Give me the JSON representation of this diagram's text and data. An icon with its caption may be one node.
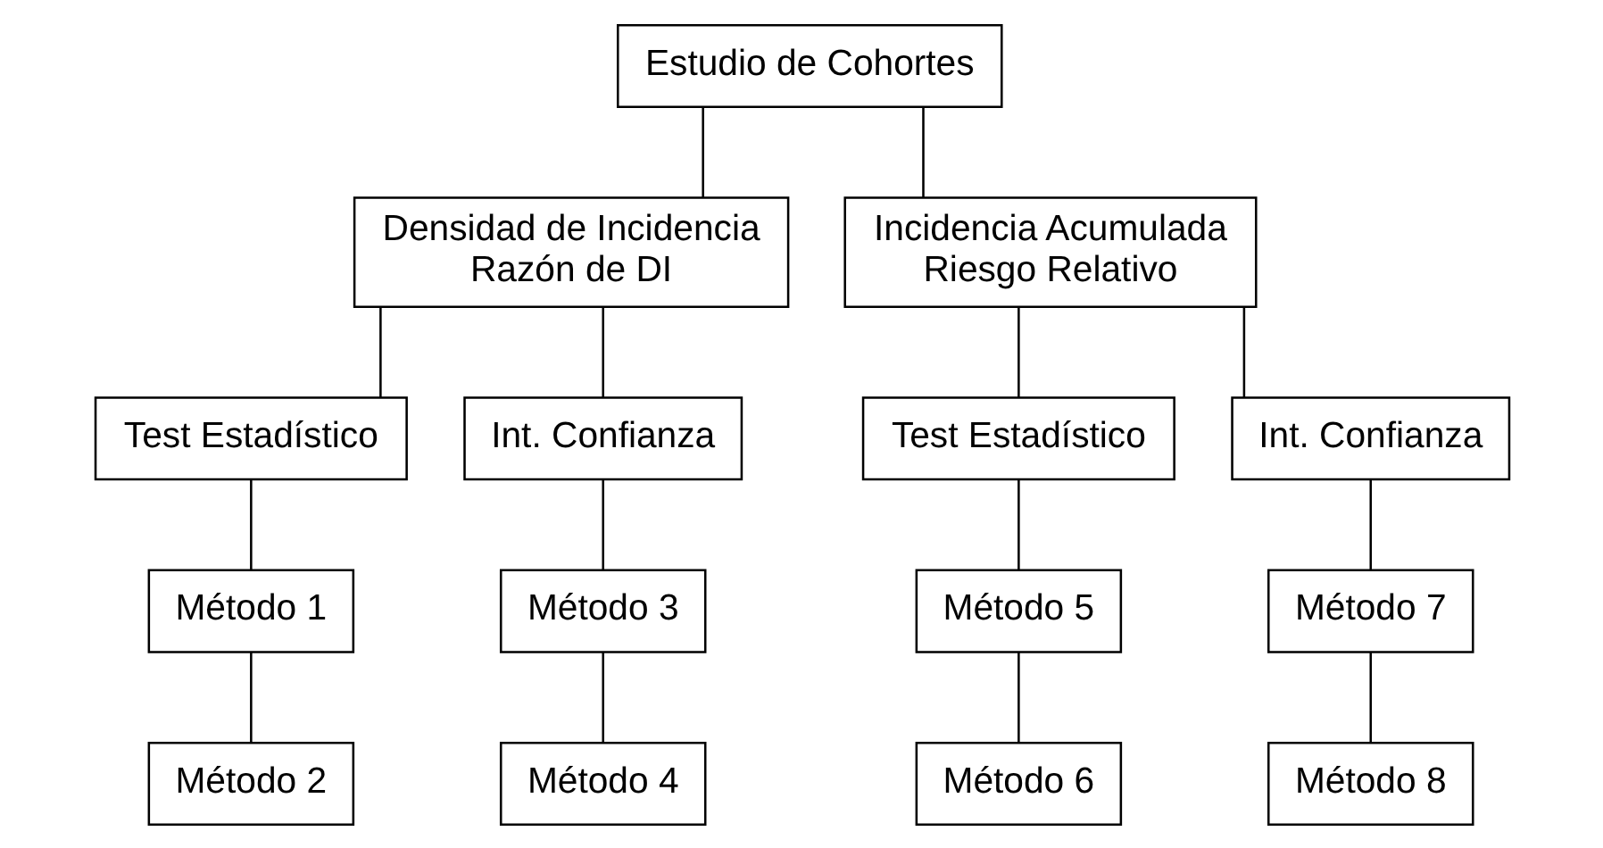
{
  "diagram": {
    "nodes": [
      {
        "text": [
          "Estudio de Cohortes"
        ]
      },
      {
        "text": [
          "Densidad de Incidencia",
          "Razón de DI"
        ]
      },
      {
        "text": [
          "Incidencia Acumulada",
          "Riesgo Relativo"
        ]
      },
      {
        "text": [
          "Test Estadístico"
        ]
      },
      {
        "text": [
          "Int. Confianza"
        ]
      },
      {
        "text": [
          "Test Estadístico"
        ]
      },
      {
        "text": [
          "Int. Confianza"
        ]
      },
      {
        "text": [
          "Método 1"
        ]
      },
      {
        "text": [
          "Método 2"
        ]
      },
      {
        "text": [
          "Método 3"
        ]
      },
      {
        "text": [
          "Método 4"
        ]
      },
      {
        "text": [
          "Método 5"
        ]
      },
      {
        "text": [
          "Método 6"
        ]
      },
      {
        "text": [
          "Método 7"
        ]
      },
      {
        "text": [
          "Método 8"
        ]
      }
    ],
    "edges": [
      {
        "from": 0,
        "to": 1,
        "arrow": "none"
      },
      {
        "from": 0,
        "to": 2,
        "arrow": "none"
      },
      {
        "from": 1,
        "to": 3,
        "arrow": "none"
      },
      {
        "from": 1,
        "to": 4,
        "arrow": "none"
      },
      {
        "from": 2,
        "to": 5,
        "arrow": "none"
      },
      {
        "from": 2,
        "to": 6,
        "arrow": "none"
      },
      {
        "from": 3,
        "to": 7,
        "arrow": "none"
      },
      {
        "from": 7,
        "to": 8,
        "arrow": "none"
      },
      {
        "from": 4,
        "to": 9,
        "arrow": "none"
      },
      {
        "from": 9,
        "to": 10,
        "arrow": "none"
      },
      {
        "from": 5,
        "to": 11,
        "arrow": "none"
      },
      {
        "from": 11,
        "to": 12,
        "arrow": "none"
      },
      {
        "from": 6,
        "to": 13,
        "arrow": "none"
      },
      {
        "from": 13,
        "to": 14,
        "arrow": "none"
      }
    ]
  }
}
